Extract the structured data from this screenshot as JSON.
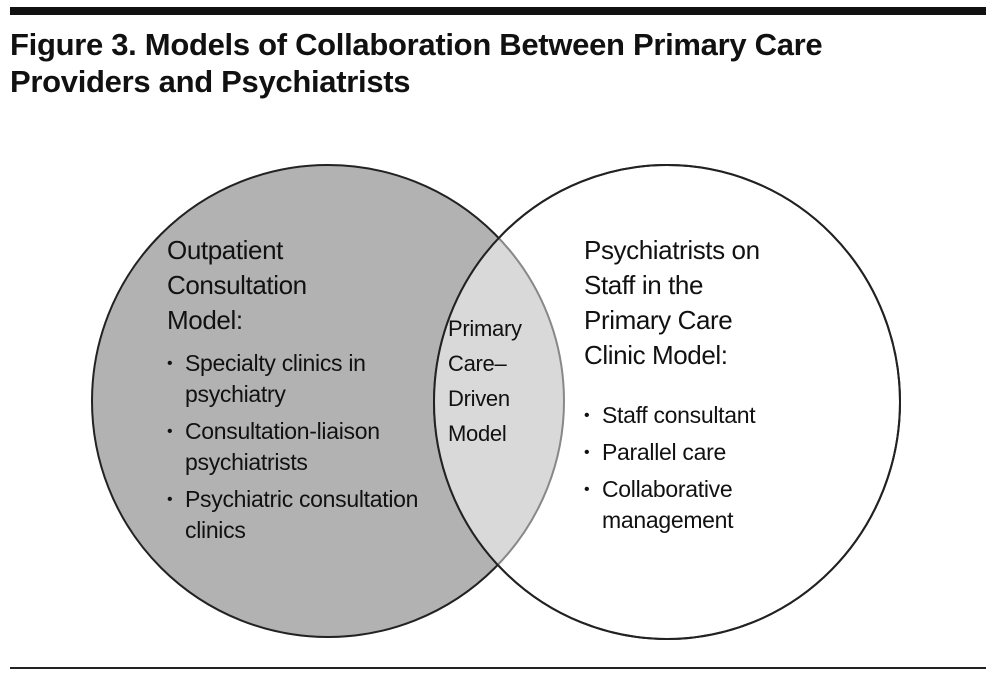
{
  "title": "Figure 3. Models of Collaboration Between Primary Care Providers and Psychiatrists",
  "colors": {
    "left_fill": "#b2b2b2",
    "overlap_fill": "#d9d9d9",
    "right_fill": "#ffffff",
    "stroke": "#222222"
  },
  "left": {
    "heading": [
      "Outpatient",
      "Consultation",
      "Model:"
    ],
    "bullets": [
      "Specialty clinics in psychiatry",
      "Consultation-liaison psychiatrists",
      "Psychiatric consultation clinics"
    ]
  },
  "overlap": {
    "lines": [
      "Primary",
      "Care–",
      "Driven",
      "Model"
    ]
  },
  "right": {
    "heading": [
      "Psychiatrists on",
      "Staff in the",
      "Primary Care",
      "Clinic Model:"
    ],
    "bullets": [
      "Staff consultant",
      "Parallel care",
      "Collaborative management"
    ]
  }
}
